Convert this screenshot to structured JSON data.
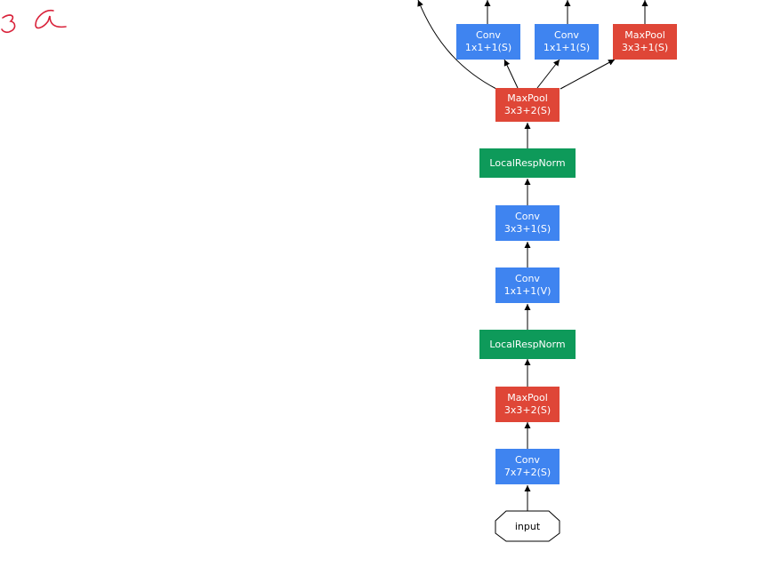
{
  "handwritten_mark": "3a",
  "colors": {
    "conv": "#3f84f0",
    "pool": "#df4637",
    "norm": "#0e9a5a",
    "edge": "#000000"
  },
  "nodes": {
    "input": {
      "label": "input"
    },
    "conv1": {
      "line1": "Conv",
      "line2": "7x7+2(S)"
    },
    "pool1": {
      "line1": "MaxPool",
      "line2": "3x3+2(S)"
    },
    "lrn1": {
      "line1": "LocalRespNorm"
    },
    "conv2": {
      "line1": "Conv",
      "line2": "1x1+1(V)"
    },
    "conv3": {
      "line1": "Conv",
      "line2": "3x3+1(S)"
    },
    "lrn2": {
      "line1": "LocalRespNorm"
    },
    "pool2": {
      "line1": "MaxPool",
      "line2": "3x3+2(S)"
    },
    "conv4": {
      "line1": "Conv",
      "line2": "1x1+1(S)"
    },
    "conv5": {
      "line1": "Conv",
      "line2": "1x1+1(S)"
    },
    "pool3": {
      "line1": "MaxPool",
      "line2": "3x3+1(S)"
    }
  }
}
